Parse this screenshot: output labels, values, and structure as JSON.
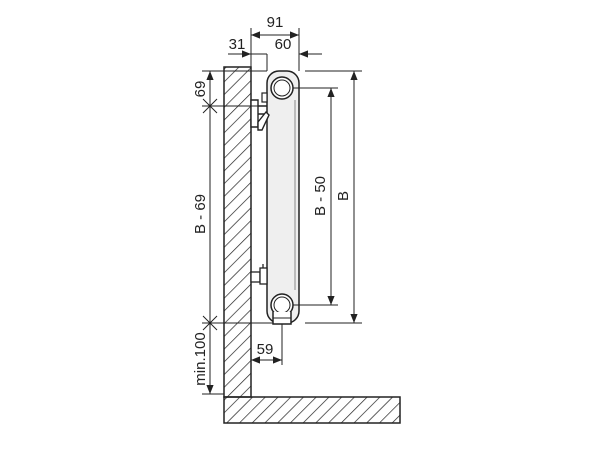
{
  "diagram": {
    "labels": {
      "depth_total": "91",
      "wall_gap": "31",
      "radiator_depth": "60",
      "top_offset": "69",
      "bracket_span": "B - 69",
      "floor_clearance": "min.100",
      "bottom_offset": "59",
      "connection_height": "B - 50",
      "overall_height": "B"
    },
    "colors": {
      "line": "#222222",
      "radiator_fill": "#efefef",
      "background": "#ffffff"
    }
  }
}
